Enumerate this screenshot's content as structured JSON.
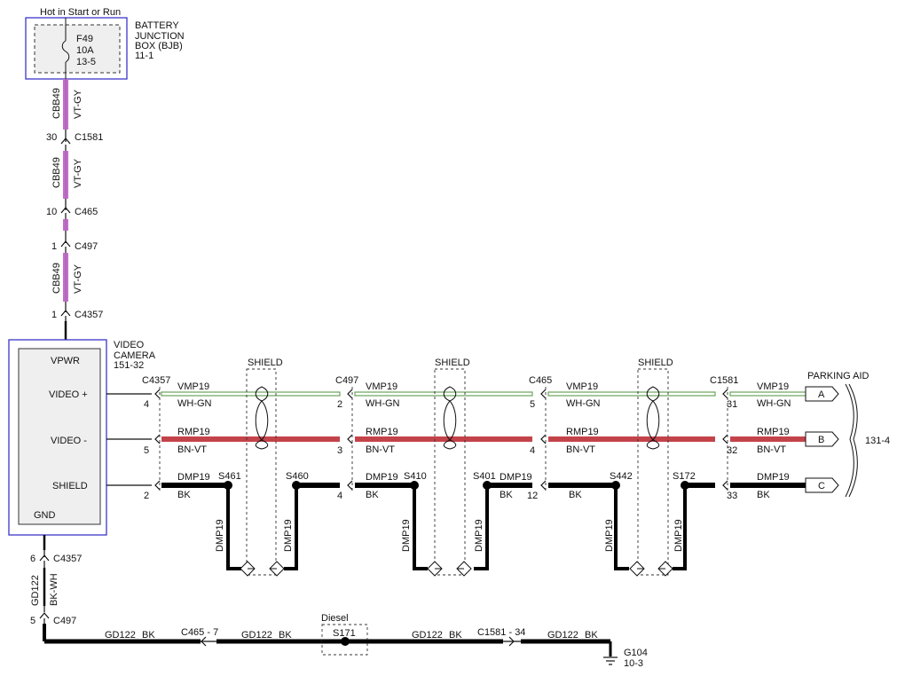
{
  "top_note": "Hot in Start or Run",
  "bjb": {
    "title_lines": [
      "BATTERY",
      "JUNCTION",
      "BOX (BJB)",
      "11-1"
    ],
    "fuse_lines": [
      "F49",
      "10A",
      "13-5"
    ]
  },
  "power_feed": {
    "segments": [
      {
        "circuit": "CBB49",
        "color": "VT-GY"
      },
      {
        "circuit": "CBB49",
        "color": "VT-GY"
      },
      {
        "circuit": "CBB49",
        "color": "VT-GY"
      }
    ],
    "connectors": [
      {
        "pin": "30",
        "id": "C1581"
      },
      {
        "pin": "10",
        "id": "C465"
      },
      {
        "pin": "1",
        "id": "C497"
      },
      {
        "pin": "1",
        "id": "C4357"
      }
    ]
  },
  "camera": {
    "title_lines": [
      "VIDEO",
      "CAMERA",
      "151-32"
    ],
    "pins": [
      "VPWR",
      "VIDEO +",
      "VIDEO -",
      "SHIELD",
      "GND"
    ]
  },
  "shield_label": "SHIELD",
  "harness": {
    "connectors": [
      {
        "id": "C4357",
        "pins": [
          "4",
          "5",
          "2"
        ]
      },
      {
        "id": "C497",
        "pins": [
          "2",
          "3",
          "4"
        ]
      },
      {
        "id": "C465",
        "pins": [
          "5",
          "4",
          "12"
        ]
      },
      {
        "id": "C1581",
        "pins": [
          "31",
          "32",
          "33"
        ]
      }
    ],
    "video_plus": {
      "circuit": "VMP19",
      "color": "WH-GN"
    },
    "video_minus": {
      "circuit": "RMP19",
      "color": "BN-VT"
    },
    "shield": {
      "circuit": "DMP19",
      "color": "BK"
    },
    "splices": [
      "S461",
      "S460",
      "S410",
      "S401",
      "S442",
      "S172"
    ],
    "drain": "DMP19"
  },
  "parking_aid": {
    "title": "PARKING AID",
    "refs": [
      "A",
      "B",
      "C"
    ],
    "page": "131-4"
  },
  "ground": {
    "vertical": {
      "circuit": "GD122",
      "color": "BK-WH"
    },
    "connectors_vertical": [
      {
        "pin": "6",
        "id": "C4357"
      },
      {
        "pin": "5",
        "id": "C497"
      }
    ],
    "segments": [
      {
        "circuit": "GD122",
        "color": "BK"
      },
      {
        "circuit": "GD122",
        "color": "BK"
      },
      {
        "circuit": "GD122",
        "color": "BK"
      },
      {
        "circuit": "GD122",
        "color": "BK"
      }
    ],
    "inline_connectors": [
      "C465 - 7",
      "C1581 - 34"
    ],
    "diesel": {
      "label": "Diesel",
      "splice": "S171"
    },
    "ground_point": {
      "id": "G104",
      "page": "10-3"
    }
  },
  "colors": {
    "vt_gy": "#c86ad2",
    "wh_gn": "#5e9a4c",
    "bn_vt": "#c4434a",
    "bk": "#000000",
    "box_border": "#3b36c9",
    "box_fill": "#efefef"
  }
}
